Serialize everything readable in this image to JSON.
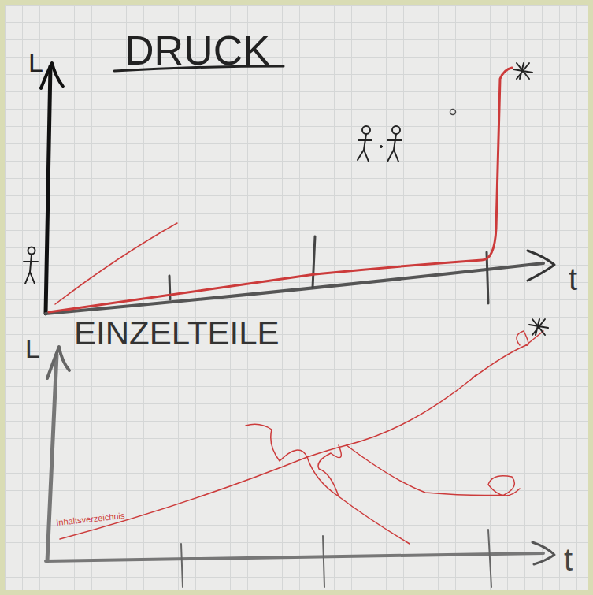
{
  "diagram": {
    "labels": [
      "DRUCK",
      "L",
      "t",
      "EINZELTEILE",
      "L",
      "t",
      "Inhaltsverzeichnis"
    ]
  }
}
